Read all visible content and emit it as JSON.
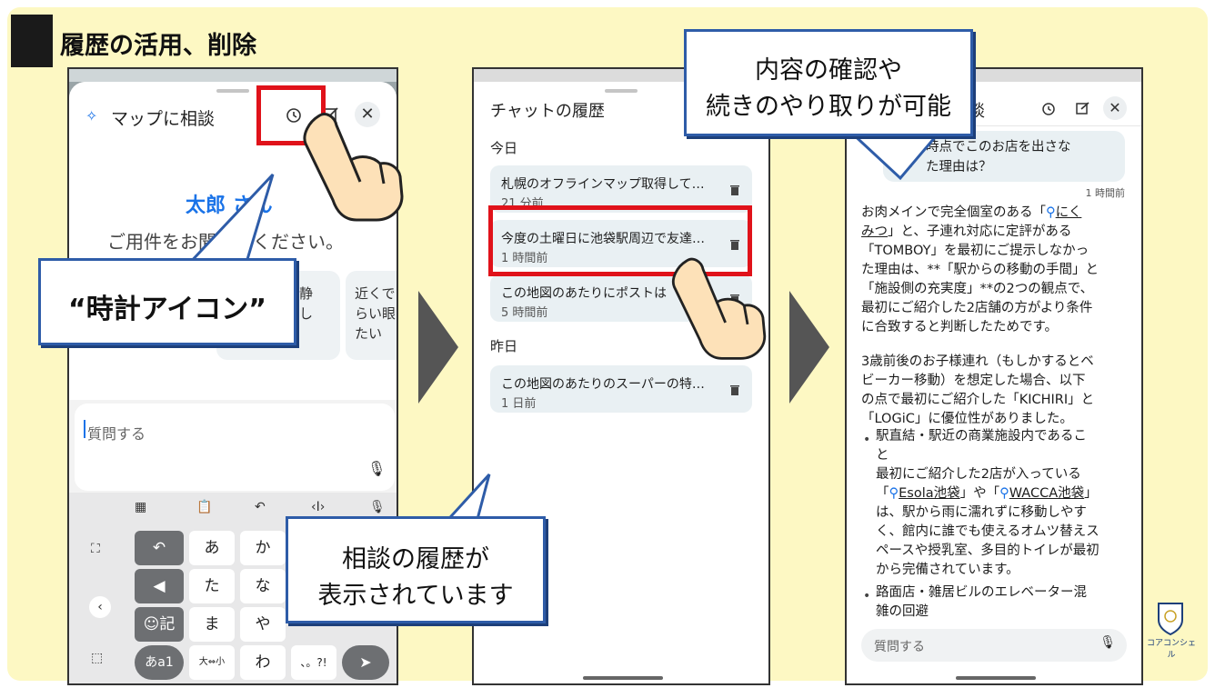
{
  "slide": {
    "title": "履歴の活用、削除",
    "logo_text": "コアコンシェル"
  },
  "phone1": {
    "header_title": "マップに相談",
    "user_name": "太郎 さん",
    "prompt_line": "ご用件をお聞かせください。",
    "suggestion_b": [
      "る静",
      "探し"
    ],
    "suggestion_c": [
      "近くで",
      "らい眼",
      "たい"
    ],
    "input_placeholder": "質問する",
    "keys": {
      "row1": [
        "あ",
        "か"
      ],
      "row2": [
        "た",
        "な"
      ],
      "row3": [
        "ま",
        "や"
      ],
      "row4": [
        "わ"
      ],
      "emoji_key": "☺記",
      "abc_key": "あa1",
      "small_key": "大⇔小",
      "punct_key": "、。?!"
    }
  },
  "phone2": {
    "header_title": "チャットの履歴",
    "today_label": "今日",
    "yesterday_label": "昨日",
    "items_today": [
      {
        "title": "札幌のオフラインマップ取得して…",
        "time": "21 分前"
      },
      {
        "title": "今度の土曜日に池袋駅周辺で友達…",
        "time": "1 時間前"
      },
      {
        "title": "この地図のあたりにポストは",
        "time": "5 時間前"
      }
    ],
    "items_yesterday": [
      {
        "title": "この地図のあたりのスーパーの特…",
        "time": "1 日前"
      }
    ]
  },
  "phone3": {
    "header_partial": "談",
    "user_msg_l1": "きの時点でこのお店を出さな",
    "user_msg_l2": "か　た理由は？",
    "msg_time": "1 時間前",
    "para1": [
      "お肉メインで完全個室のある「",
      "にく",
      "みつ",
      "」と、子連れ対応に定評がある",
      "「TOMBOY」を最初にご提示しなかっ",
      "た理由は、**「駅からの移動の手間」と",
      "「施設側の充実度」**の2つの観点で、",
      "最初にご紹介した2店舗の方がより条件",
      "に合致すると判断したためです。"
    ],
    "para2": [
      "3歳前後のお子様連れ（もしかするとベ",
      "ビーカー移動）を想定した場合、以下",
      "の点で最初にご紹介した「KICHIRI」と",
      "「LOGiC」に優位性がありました。"
    ],
    "bullet1_title": [
      "駅直結・駅近の商業施設内であるこ",
      "と"
    ],
    "bullet1_body": [
      "最初にご紹介した2店が入っている",
      "「",
      "Esola池袋",
      "」や「",
      "WACCA池袋",
      "」",
      "は、駅から雨に濡れずに移動しやす",
      "く、館内に誰でも使えるオムツ替えス",
      "ペースや授乳室、多目的トイレが最初",
      "から完備されています。"
    ],
    "bullet2_title": [
      "路面店・雑居ビルのエレベーター混",
      "雑の回避"
    ],
    "input_placeholder": "質問する"
  },
  "callouts": {
    "clock_icon": "“時計アイコン”",
    "history_l1": "相談の履歴が",
    "history_l2": "表示されています",
    "content_l1": "内容の確認や",
    "content_l2": "続きのやり取りが可能"
  },
  "colors": {
    "background": "#fdf8c3",
    "callout_border": "#2e5ca8",
    "highlight_red": "#e0121a",
    "accent_blue": "#1a73e8"
  }
}
